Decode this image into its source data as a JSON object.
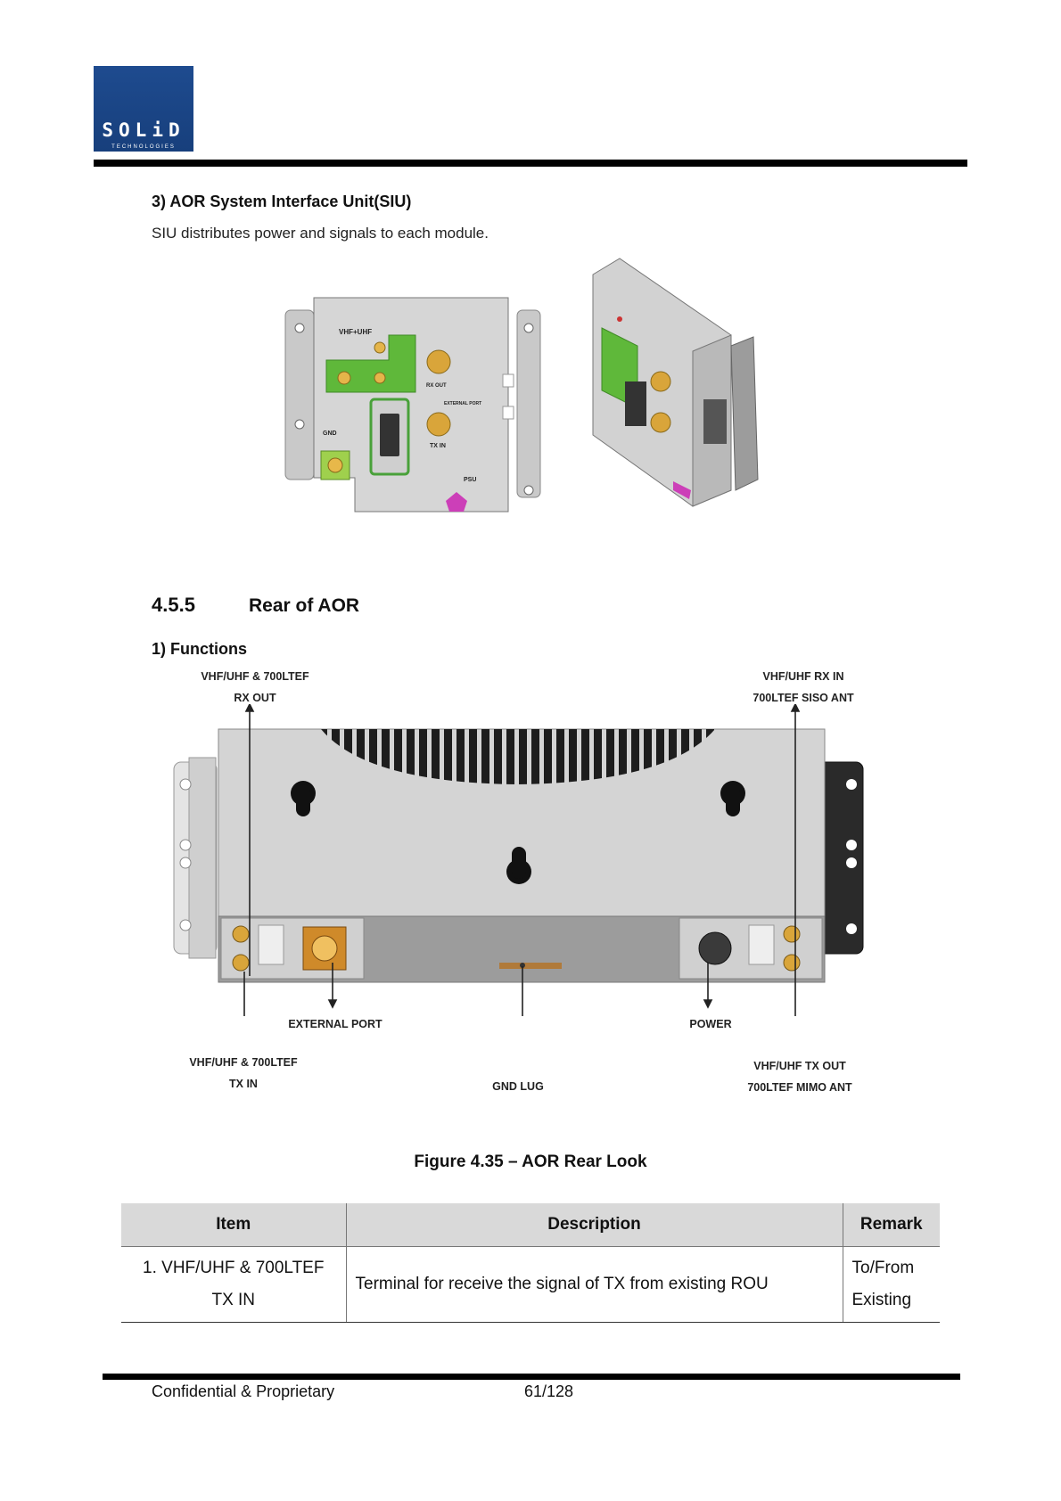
{
  "header": {
    "logo_text": "SOLiD",
    "logo_subtext": "TECHNOLOGIES"
  },
  "siu": {
    "heading": "3) AOR System Interface Unit(SIU)",
    "description": "SIU distributes power and signals to each module.",
    "panel_labels": {
      "vhf_uhf": "VHF+UHF",
      "rx_out": "RX OUT",
      "external_port": "EXTERNAL PORT",
      "gnd": "GND",
      "tx_in": "TX IN",
      "psu": "PSU"
    }
  },
  "section": {
    "number": "4.5.5",
    "title": "Rear of AOR",
    "subheading": "1) Functions"
  },
  "figure": {
    "callouts": {
      "top_left": [
        "VHF/UHF & 700LTEF",
        "RX OUT"
      ],
      "top_right": [
        "VHF/UHF RX IN",
        "700LTEF SISO ANT"
      ],
      "external_port": "EXTERNAL PORT",
      "power": "POWER",
      "bottom_left": [
        "VHF/UHF & 700LTEF",
        "TX IN"
      ],
      "gnd_lug": "GND LUG",
      "bottom_right": [
        "VHF/UHF TX OUT",
        "700LTEF MIMO ANT"
      ]
    },
    "caption": "Figure 4.35 – AOR Rear Look"
  },
  "table": {
    "headers": [
      "Item",
      "Description",
      "Remark"
    ],
    "rows": [
      {
        "item": [
          "1. VHF/UHF & 700LTEF",
          "TX IN"
        ],
        "description": "Terminal for receive the signal of TX from existing ROU",
        "remark": [
          "To/From",
          "Existing"
        ]
      }
    ]
  },
  "footer": {
    "left": "Confidential & Proprietary",
    "page": "61/128"
  }
}
